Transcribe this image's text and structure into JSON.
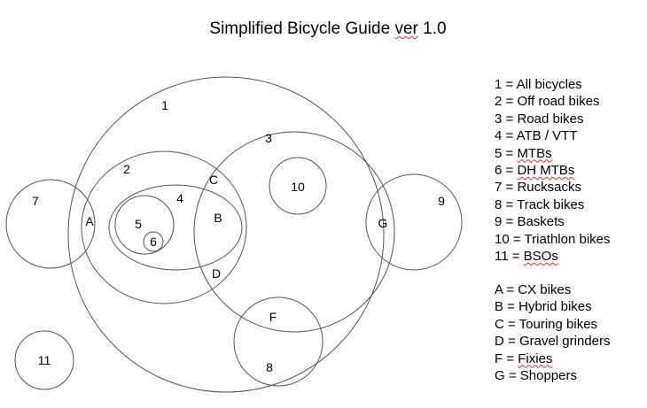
{
  "title_prefix": "Simplified Bicycle Guide ",
  "title_squiggly": "ver",
  "title_suffix": " 1.0",
  "diagram_labels": {
    "set1": "1",
    "set2": "2",
    "set3": "3",
    "set4": "4",
    "set5": "5",
    "set6": "6",
    "set7": "7",
    "set8": "8",
    "set9": "9",
    "set10": "10",
    "set11": "11",
    "A": "A",
    "B": "B",
    "C": "C",
    "D": "D",
    "F": "F",
    "G": "G"
  },
  "legend_sets": [
    {
      "prefix": "1 = ",
      "text": "All bicycles",
      "squiggly": false
    },
    {
      "prefix": "2 = ",
      "text": "Off road bikes",
      "squiggly": false
    },
    {
      "prefix": "3 = ",
      "text": "Road bikes",
      "squiggly": false
    },
    {
      "prefix": "4 = ",
      "text": "ATB / VTT",
      "squiggly": false
    },
    {
      "prefix": "5 = ",
      "text": "MTBs",
      "squiggly": true
    },
    {
      "prefix": "6 = ",
      "text": "DH MTBs",
      "squiggly": true
    },
    {
      "prefix": "7 = ",
      "text": "Rucksacks",
      "squiggly": false
    },
    {
      "prefix": "8 = ",
      "text": "Track bikes",
      "squiggly": false
    },
    {
      "prefix": "9 = ",
      "text": "Baskets",
      "squiggly": false
    },
    {
      "prefix": "10 = ",
      "text": "Triathlon bikes",
      "squiggly": false
    },
    {
      "prefix": "11 = ",
      "text": "BSOs",
      "squiggly": true
    }
  ],
  "legend_letters": [
    {
      "prefix": "A = ",
      "text": "CX bikes",
      "squiggly": false
    },
    {
      "prefix": "B = ",
      "text": "Hybrid bikes",
      "squiggly": false
    },
    {
      "prefix": "C = ",
      "text": "Touring bikes",
      "squiggly": false
    },
    {
      "prefix": "D = ",
      "text": "Gravel grinders",
      "squiggly": false
    },
    {
      "prefix": "F = ",
      "text": "Fixies",
      "squiggly": true
    },
    {
      "prefix": "G = ",
      "text": "Shoppers",
      "squiggly": false
    }
  ]
}
